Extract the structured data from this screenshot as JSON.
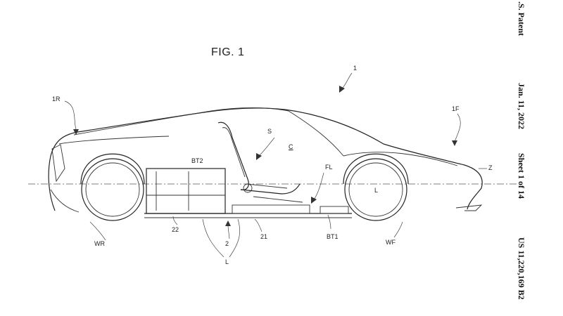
{
  "figure": {
    "title": "FIG. 1"
  },
  "header": {
    "patent_label": ".S. Patent",
    "date": "Jan. 11, 2022",
    "sheet": "Sheet 1 of 14",
    "number": "US 11,220,169 B2"
  },
  "labels": {
    "vehicle": "1",
    "rear": "1R",
    "front": "1F",
    "seat": "S",
    "cabin": "C",
    "rear_battery": "BT2",
    "floor": "FL",
    "axis": "Z",
    "rear_wheel": "WR",
    "front_wheel": "WF",
    "front_battery": "BT1",
    "frame_rear": "22",
    "frame_mid": "21",
    "frame": "2",
    "length": "L",
    "wheel_center": "L"
  }
}
